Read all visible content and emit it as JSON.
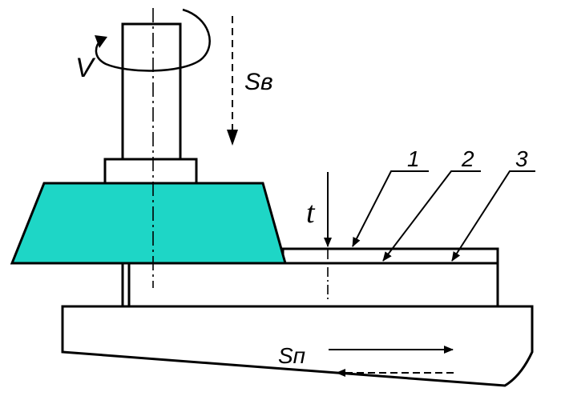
{
  "labels": {
    "rotation": "V",
    "vertical_feed": "Sв",
    "depth": "t",
    "longitudinal_feed": "Sп",
    "callout_1": "1",
    "callout_2": "2",
    "callout_3": "3"
  },
  "colors": {
    "wheel_fill": "#1ed6c6",
    "stroke": "#000000",
    "background": "#ffffff"
  }
}
